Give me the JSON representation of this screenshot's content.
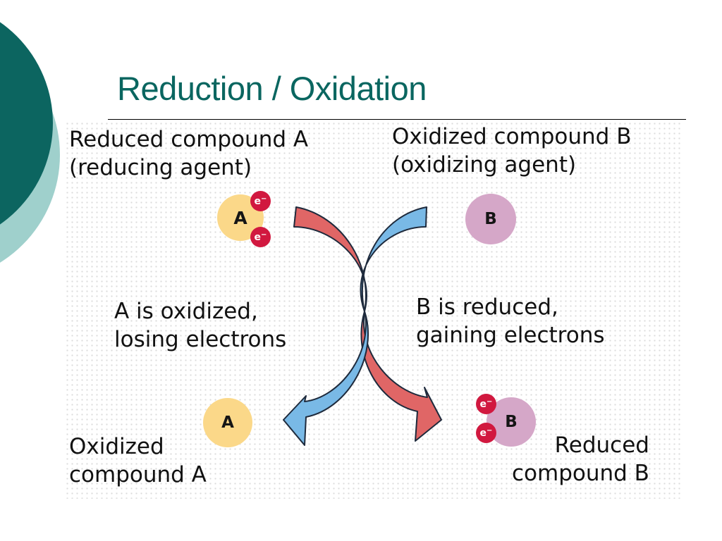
{
  "slide": {
    "title": "Reduction / Oxidation"
  },
  "colors": {
    "title": "#0a6660",
    "accent_dark": "#0c6560",
    "accent_light": "#9fd0cc",
    "compound_a": "#fbd889",
    "compound_b": "#d5a7c8",
    "electron": "#d1183f",
    "arrow_red": "#e06666",
    "arrow_blue": "#79b9e6",
    "arrow_outline": "#1e2a3c"
  },
  "diagram": {
    "top_left": {
      "line1": "Reduced compound A",
      "line2": "(reducing agent)"
    },
    "top_right": {
      "line1": "Oxidized compound B",
      "line2": "(oxidizing agent)"
    },
    "mid_left": {
      "line1": "A is oxidized,",
      "line2": "losing electrons"
    },
    "mid_right": {
      "line1": "B is reduced,",
      "line2": "gaining electrons"
    },
    "bottom_left": {
      "line1": "Oxidized",
      "line2": "compound A"
    },
    "bottom_right": {
      "line1": "Reduced",
      "line2": "compound B"
    },
    "compound_a_letter": "A",
    "compound_b_letter": "B",
    "electron_symbol": "e",
    "electron_charge": "−"
  }
}
